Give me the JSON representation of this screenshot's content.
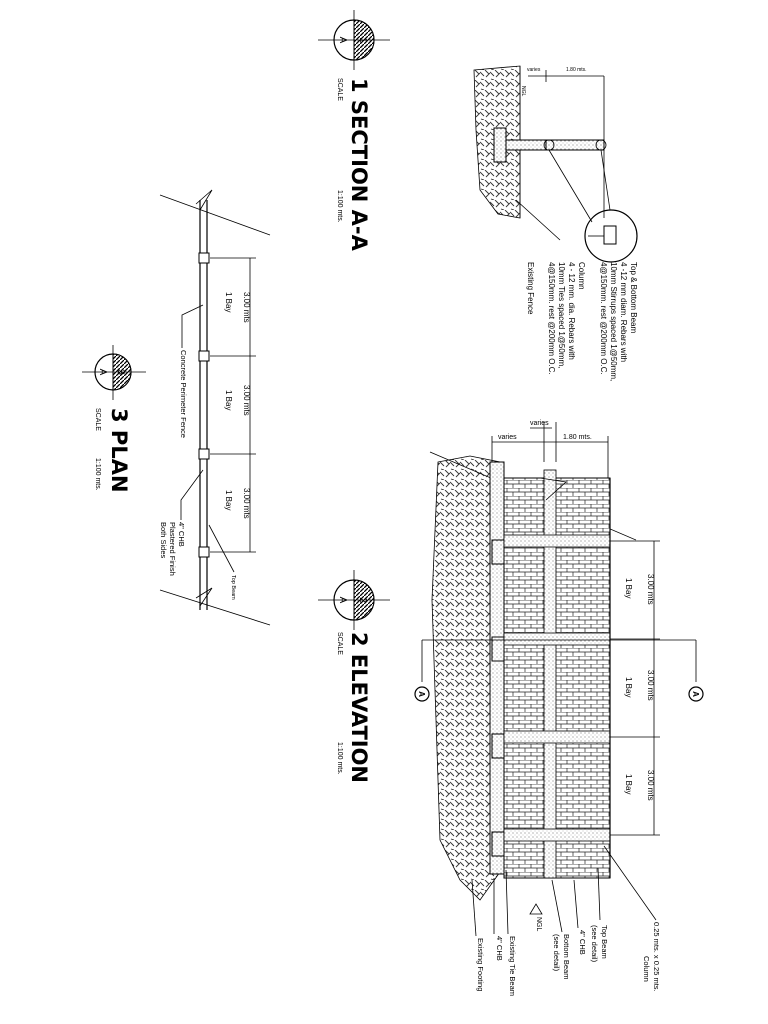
{
  "section": {
    "title": "1 SECTION A-A",
    "scale_label": "SCALE",
    "scale_value": "1:100 mts.",
    "marker_letter": "A",
    "marker_number": "1",
    "dim_varies": "varies",
    "dim_180": "1.80 mts.",
    "ngl": "NGL",
    "note_beam_1": "Top & Bottom Beam",
    "note_beam_2": "4 -12 mm diam. Rebars with",
    "note_beam_3": "10mm Stirrups spaced 1@50mm,",
    "note_beam_4": "4@150mm. rest @200mm O.C.",
    "note_col_1": "Column",
    "note_col_2": "4 - 12 mm. dia. Rebars with",
    "note_col_3": "10mm Ties spaced 1@50mm,",
    "note_col_4": "4@150mm. rest @200mm O.C.",
    "note_fence": "Existing Fence"
  },
  "plan": {
    "title": "3 PLAN",
    "scale_label": "SCALE",
    "scale_value": "1:100 mts.",
    "marker_letter": "A",
    "marker_number": "3",
    "dims": [
      "3.00 mts",
      "3.00 mts",
      "3.00 mts"
    ],
    "bays": [
      "1 Bay",
      "1 Bay",
      "1 Bay"
    ],
    "label_fence": "Concrete Perimeter Fence",
    "label_chb_1": "4\" CHB",
    "label_chb_2": "Plastered Finish",
    "label_chb_3": "Both Sides",
    "label_top_beam": "Top Beam"
  },
  "elevation": {
    "title": "2 ELEVATION",
    "scale_label": "SCALE",
    "scale_value": "1:100 mts.",
    "marker_letter": "A",
    "marker_number": "2",
    "dim_varies_1": "varies",
    "dim_varies_2": "varies",
    "dim_180": "1.80 mts.",
    "dims": [
      "3.00 mts",
      "3.00 mts",
      "3.00 mts"
    ],
    "bays": [
      "1 Bay",
      "1 Bay",
      "1 Bay"
    ],
    "cut_a_1": "A",
    "cut_a_2": "A",
    "ngl": "NGL",
    "label_column_1": "0.25 mts. x 0.25 mts.",
    "label_column_2": "Column",
    "label_top_beam_1": "Top Beam",
    "label_top_beam_2": "(see detail)",
    "label_chb": "4\" CHB",
    "label_bottom_beam_1": "Bottom Beam",
    "label_bottom_beam_2": "(see detail)",
    "label_tie_beam": "Existing Tie Beam",
    "label_chb_2": "4\" CHB",
    "label_footing": "Existing Footing"
  }
}
